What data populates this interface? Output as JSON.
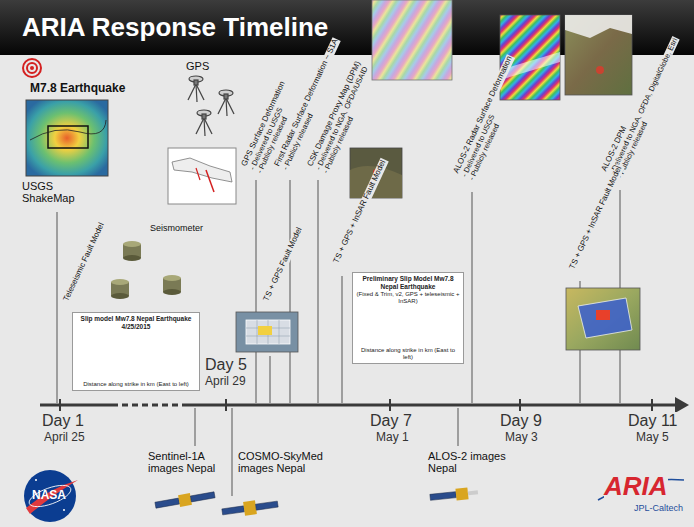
{
  "diagram": {
    "title": "ARIA Response Timeline",
    "nodes": [
      {
        "text": [
          "Slip model Mw7.8 Nepal Earthquake 4/25/2015",
          "Distance along strike in km (East to left)"
        ]
      },
      {
        "text": [
          "Preliminary Slip Model Mw7.8 Nepal Earthquake",
          "(Fixed & Trim, v2, GPS + teleseismic + InSAR)",
          "Distance along strike in km (East to left)"
        ]
      }
    ],
    "labels": [
      "M7.8 Earthquake",
      "USGS ShakeMap",
      "GPS",
      "GPS Surface Deformation",
      "- Delivered to USGS",
      "- Publicly released",
      "First Radar Surface Deformation ~ S1A",
      "- Publicly released",
      "CSK Damage Proxy Map (DPM)",
      "- Delivered to NGA, OFDA/USAID",
      "- Publicly released",
      "TS + GPS + InSAR Fault Model",
      "ALOS-2 Radar Surface Deformation",
      "- Delivered to USGS",
      "- Publicly released",
      "ALOS-2 DPM",
      "- Delivered to NGA, OFDA, DigitalGlobe, Esri",
      "- Publicly released",
      "Teleseismic Fault Model",
      "Seismometer",
      "TS + GPS Fault Model",
      "TS + GPS + InSAR Fault Model",
      "Day 1",
      "April 25",
      "Day 5",
      "April 29",
      "Day 7",
      "May 1",
      "Day 9",
      "May 3",
      "Day 11",
      "May 5",
      "Sentinel-1A images Nepal",
      "COSMO-SkyMed images Nepal",
      "ALOS-2 images Nepal",
      "NASA",
      "ARIA",
      "JPL-Caltech"
    ]
  }
}
